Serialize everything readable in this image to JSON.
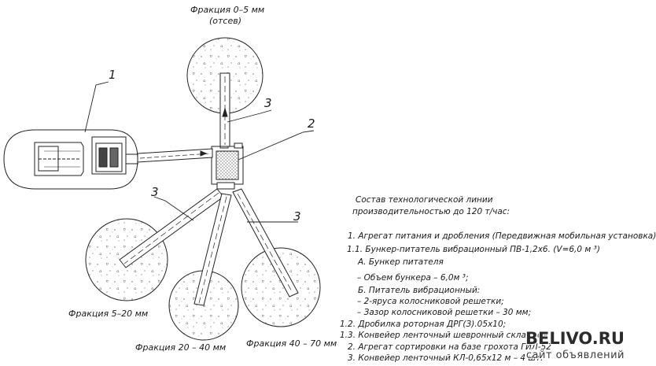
{
  "labels": {
    "top_fraction": "Фракция 0–5 мм",
    "top_fraction_note": "(отсев)",
    "fraction_5_20": "Фракция 5–20 мм",
    "fraction_20_40": "Фракция 20 – 40 мм",
    "fraction_40_70": "Фракция 40 – 70 мм"
  },
  "callouts": {
    "c1": "1",
    "c2": "2",
    "c3_top": "3",
    "c3_left": "3",
    "c3_right": "3"
  },
  "spec": {
    "title_line1": "Состав технологической линии",
    "title_line2": "производительностью до 120 т/час:",
    "items": [
      "1. Агрегат питания и дробления (Передвижная мобильная установка)",
      "1.1. Бункер-питатель вибрационный ПВ-1,2х6. (V=6,0 м ³)",
      "А. Бункер питателя",
      "– Объем бункера – 6,0м ³;",
      "Б. Питатель вибрационный:",
      "– 2-яруса колосниковой решетки;",
      "– Зазор колосниковой решетки – 30 мм;",
      "1.2. Дробилка роторная ДРГ(З).05х10;",
      "1.3. Конвейер ленточный шевронный складной",
      "2. Агрегат сортировки на базе грохота ГИЛ-52",
      "3. Конвейер ленточный КЛ-0,65х12 м – 4 шт."
    ]
  },
  "watermark": {
    "brand": "BELIVO.RU",
    "tagline": "сайт объявлений"
  }
}
